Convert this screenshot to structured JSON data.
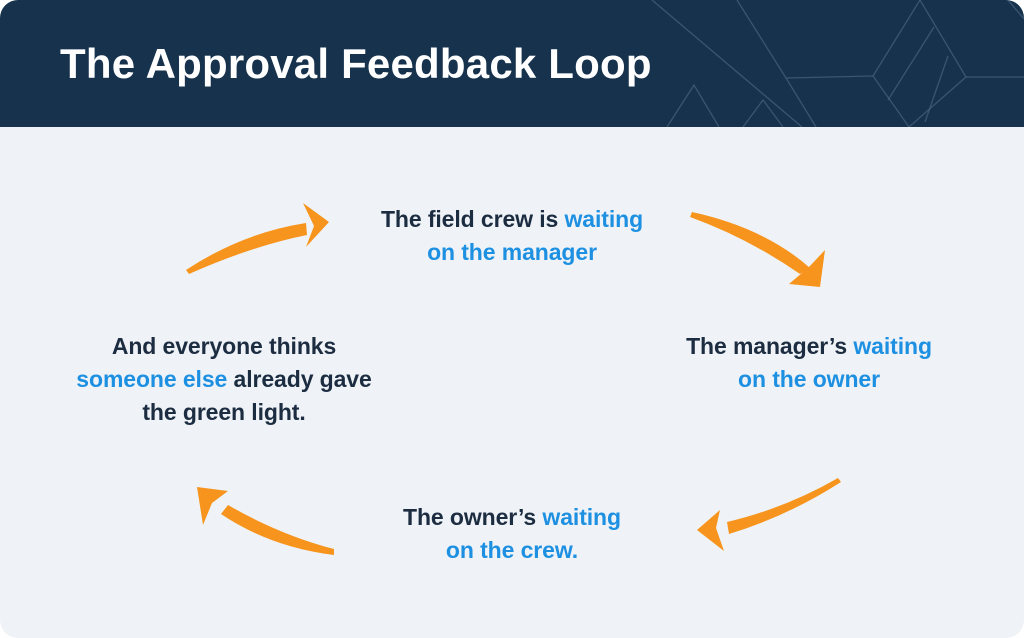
{
  "header": {
    "title": "The Approval Feedback Loop"
  },
  "colors": {
    "page_bg": "#ffffff",
    "header_bg": "#17324d",
    "pattern_line": "#45617c",
    "body_bg": "#eff3f7",
    "dark_text": "#1c2c41",
    "accent_blue": "#1e90e2",
    "arrow_orange": "#f7941d",
    "title_color": "#ffffff"
  },
  "loop": {
    "top": {
      "line1": [
        {
          "t": "The field crew is ",
          "c": "dark"
        },
        {
          "t": "waiting",
          "c": "blue"
        }
      ],
      "line2": [
        {
          "t": "on the manager",
          "c": "blue"
        }
      ]
    },
    "right": {
      "line1": [
        {
          "t": "The manager’s ",
          "c": "dark"
        },
        {
          "t": "waiting",
          "c": "blue"
        }
      ],
      "line2": [
        {
          "t": "on the owner",
          "c": "blue"
        }
      ]
    },
    "bottom": {
      "line1": [
        {
          "t": "The owner’s ",
          "c": "dark"
        },
        {
          "t": "waiting",
          "c": "blue"
        }
      ],
      "line2": [
        {
          "t": "on the crew.",
          "c": "blue"
        }
      ]
    },
    "left": {
      "line1": [
        {
          "t": "And everyone thinks",
          "c": "dark"
        }
      ],
      "line2": [
        {
          "t": "someone else",
          "c": "blue"
        },
        {
          "t": " already gave",
          "c": "dark"
        }
      ],
      "line3": [
        {
          "t": "the green light.",
          "c": "dark"
        }
      ]
    },
    "arrows": [
      "left-to-top",
      "top-to-right",
      "right-to-bottom",
      "bottom-to-left"
    ],
    "direction": "clockwise"
  }
}
